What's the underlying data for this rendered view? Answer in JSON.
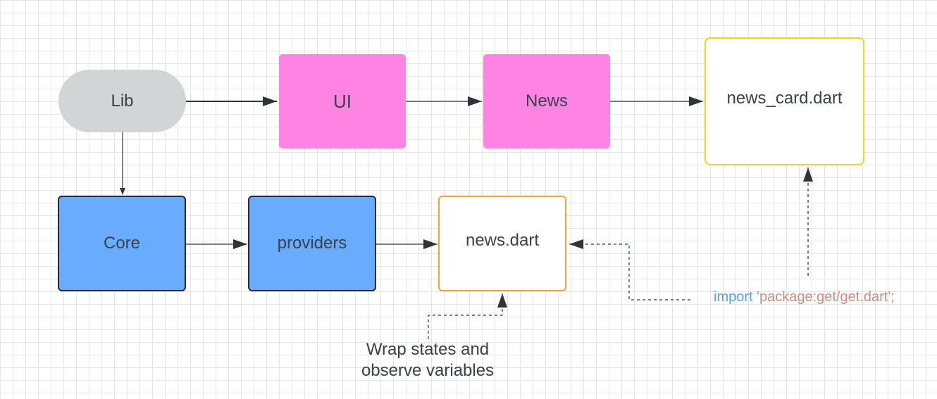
{
  "nodes": {
    "lib": "Lib",
    "ui": "UI",
    "news": "News",
    "news_card": "news_card.dart",
    "core": "Core",
    "providers": "providers",
    "news_dart": "news.dart"
  },
  "annotations": {
    "wrap_states": "Wrap states and observe variables",
    "import_keyword": "import",
    "import_string": "'package:get/get.dart'",
    "import_semicolon": ";"
  },
  "colors": {
    "terminal": "#d3d4d6",
    "pink": "#ff83e2",
    "blue": "#68abff",
    "orange_border": "#f5a03e",
    "yellow_border": "#f2d32c",
    "keyword": "#5aa0e0",
    "string": "#d08d79"
  }
}
